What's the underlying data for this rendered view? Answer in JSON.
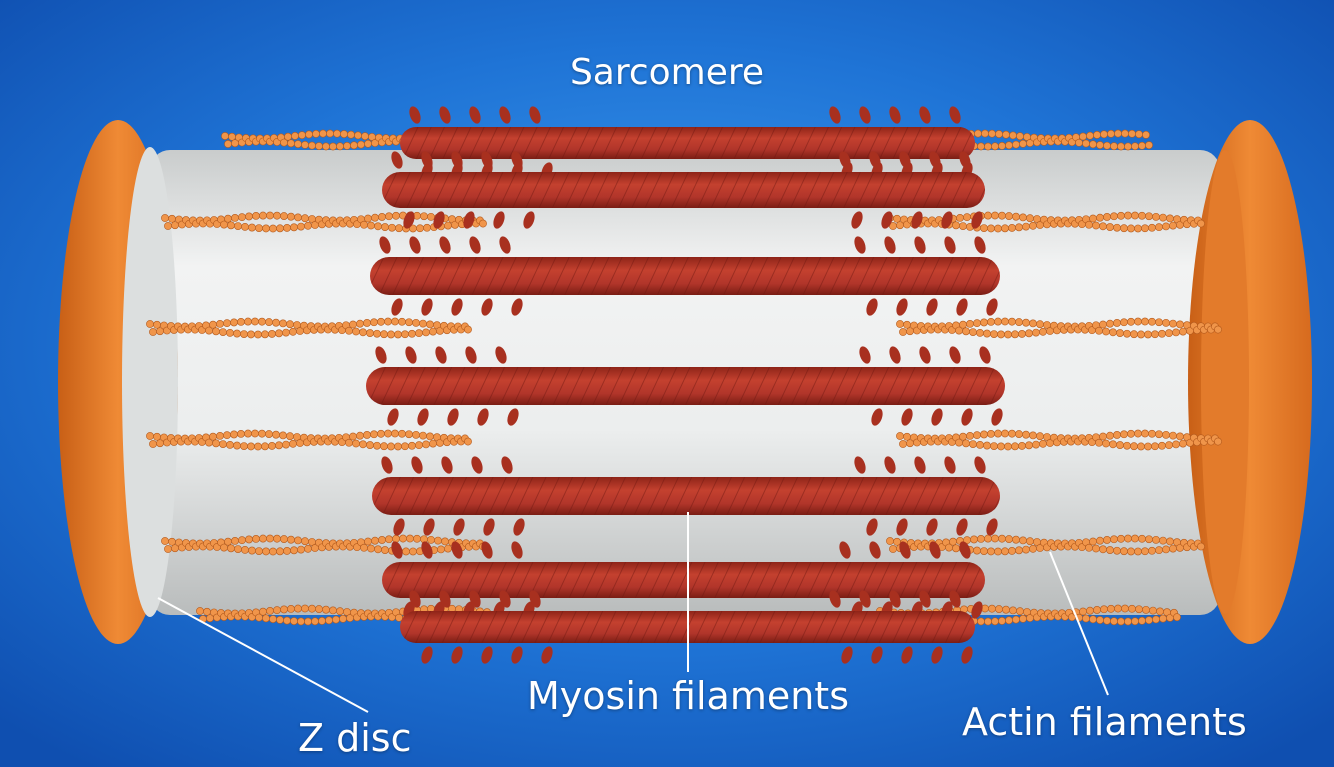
{
  "title": "Sarcomere",
  "labels": {
    "myosin": "Myosin filaments",
    "z_disc": "Z disc",
    "actin": "Actin filaments"
  },
  "colors": {
    "background": "#2a86e8",
    "z_disc": "#e07a2a",
    "actin": "#f0954a",
    "myosin": "#b8382a",
    "cylinder": "#e8eaea",
    "label_text": "#ffffff"
  }
}
